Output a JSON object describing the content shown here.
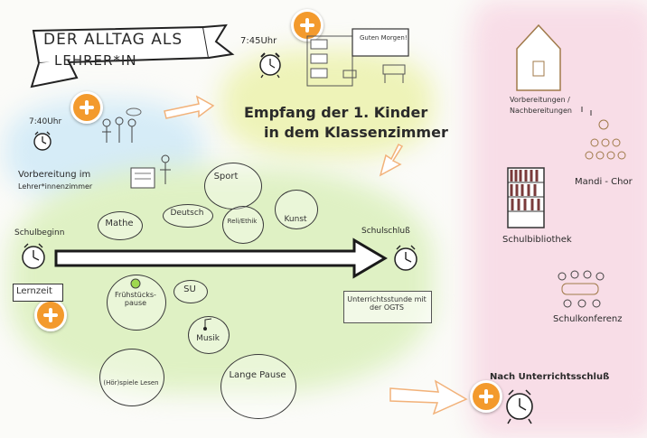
{
  "banner": {
    "title_line1": "DER ALLTAG ALS",
    "title_line2": "LEHRER*IN"
  },
  "morning": {
    "time_early": "7:40Uhr",
    "prep_line1": "Vorbereitung im",
    "prep_line2": "Lehrer*innenzimmer"
  },
  "arrival": {
    "time": "7:45Uhr",
    "board_text": "Guten Morgen!",
    "heading_line1": "Empfang der 1. Kinder",
    "heading_line2": "in dem Klassenzimmer"
  },
  "day": {
    "start_label": "Schulbeginn",
    "end_label": "Schulschluß",
    "learning_time": "Lernzeit",
    "subjects": [
      "Mathe",
      "Deutsch",
      "Sport",
      "Reli/Ethik",
      "Kunst"
    ],
    "break_label": "Frühstücks-pause",
    "su_label": "SU",
    "music_label": "Musik",
    "play_label": "(Hör)spiele Lesen",
    "long_break_label": "Lange Pause",
    "after_school_lesson": "Unterrichtsstunde mit der OGTS"
  },
  "after": {
    "prep_line1": "Vorbereitungen /",
    "prep_line2": "Nachbereitungen",
    "choir": "Mandi - Chor",
    "library": "Schulbibliothek",
    "conference": "Schulkonferenz",
    "after_school": "Nach Unterrichtsschluß"
  },
  "colors": {
    "plus": "#f39a2d",
    "yellow_wash": "#eef3b8",
    "blue_wash": "#d6ecf7",
    "green_wash": "#d9efb9",
    "pink_wash": "#f8dde7",
    "arrow": "#f2b27a"
  },
  "icons": [
    "plus-icon",
    "alarm-clock-icon",
    "house-icon",
    "bookshelf-icon",
    "people-icon",
    "music-note-icon",
    "arrow-icon"
  ]
}
